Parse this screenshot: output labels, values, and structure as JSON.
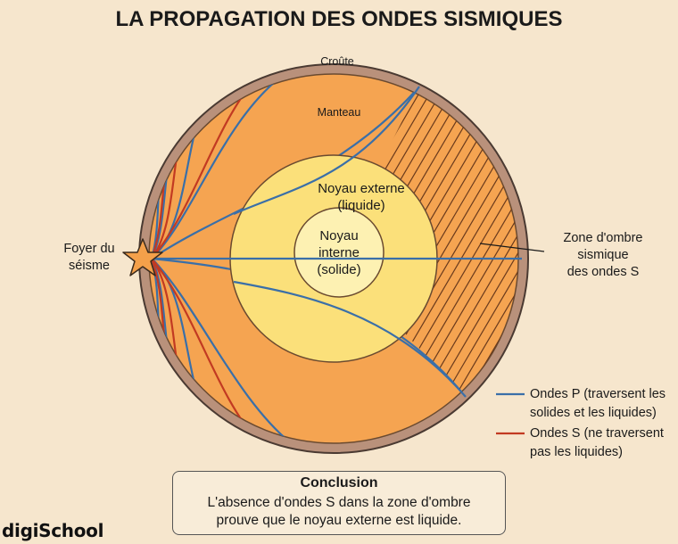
{
  "title": "LA PROPAGATION DES ONDES SISMIQUES",
  "labels": {
    "croute": "Croûte",
    "manteau": "Manteau",
    "noyau_externe_1": "Noyau externe",
    "noyau_externe_2": "(liquide)",
    "noyau_interne_1": "Noyau",
    "noyau_interne_2": "interne",
    "noyau_interne_3": "(solide)",
    "foyer_1": "Foyer du",
    "foyer_2": "séisme",
    "zone_1": "Zone d'ombre",
    "zone_2": "sismique",
    "zone_3": "des ondes S"
  },
  "legend": {
    "p_line1": "Ondes P (traversent les",
    "p_line2": "solides et les liquides)",
    "s_line1": "Ondes S (ne traversent",
    "s_line2": "pas les liquides)",
    "p_color": "#3a6fa8",
    "s_color": "#c23a22"
  },
  "conclusion": {
    "title": "Conclusion",
    "line1": "L'absence d'ondes S dans la zone d'ombre",
    "line2": "prouve que le noyau externe est liquide."
  },
  "logo": "digiSchool",
  "colors": {
    "background": "#f6e6cd",
    "crust": "#b9917b",
    "mantle": "#f5a451",
    "outer_core": "#fbe07a",
    "inner_core": "#fdf1b2"
  }
}
